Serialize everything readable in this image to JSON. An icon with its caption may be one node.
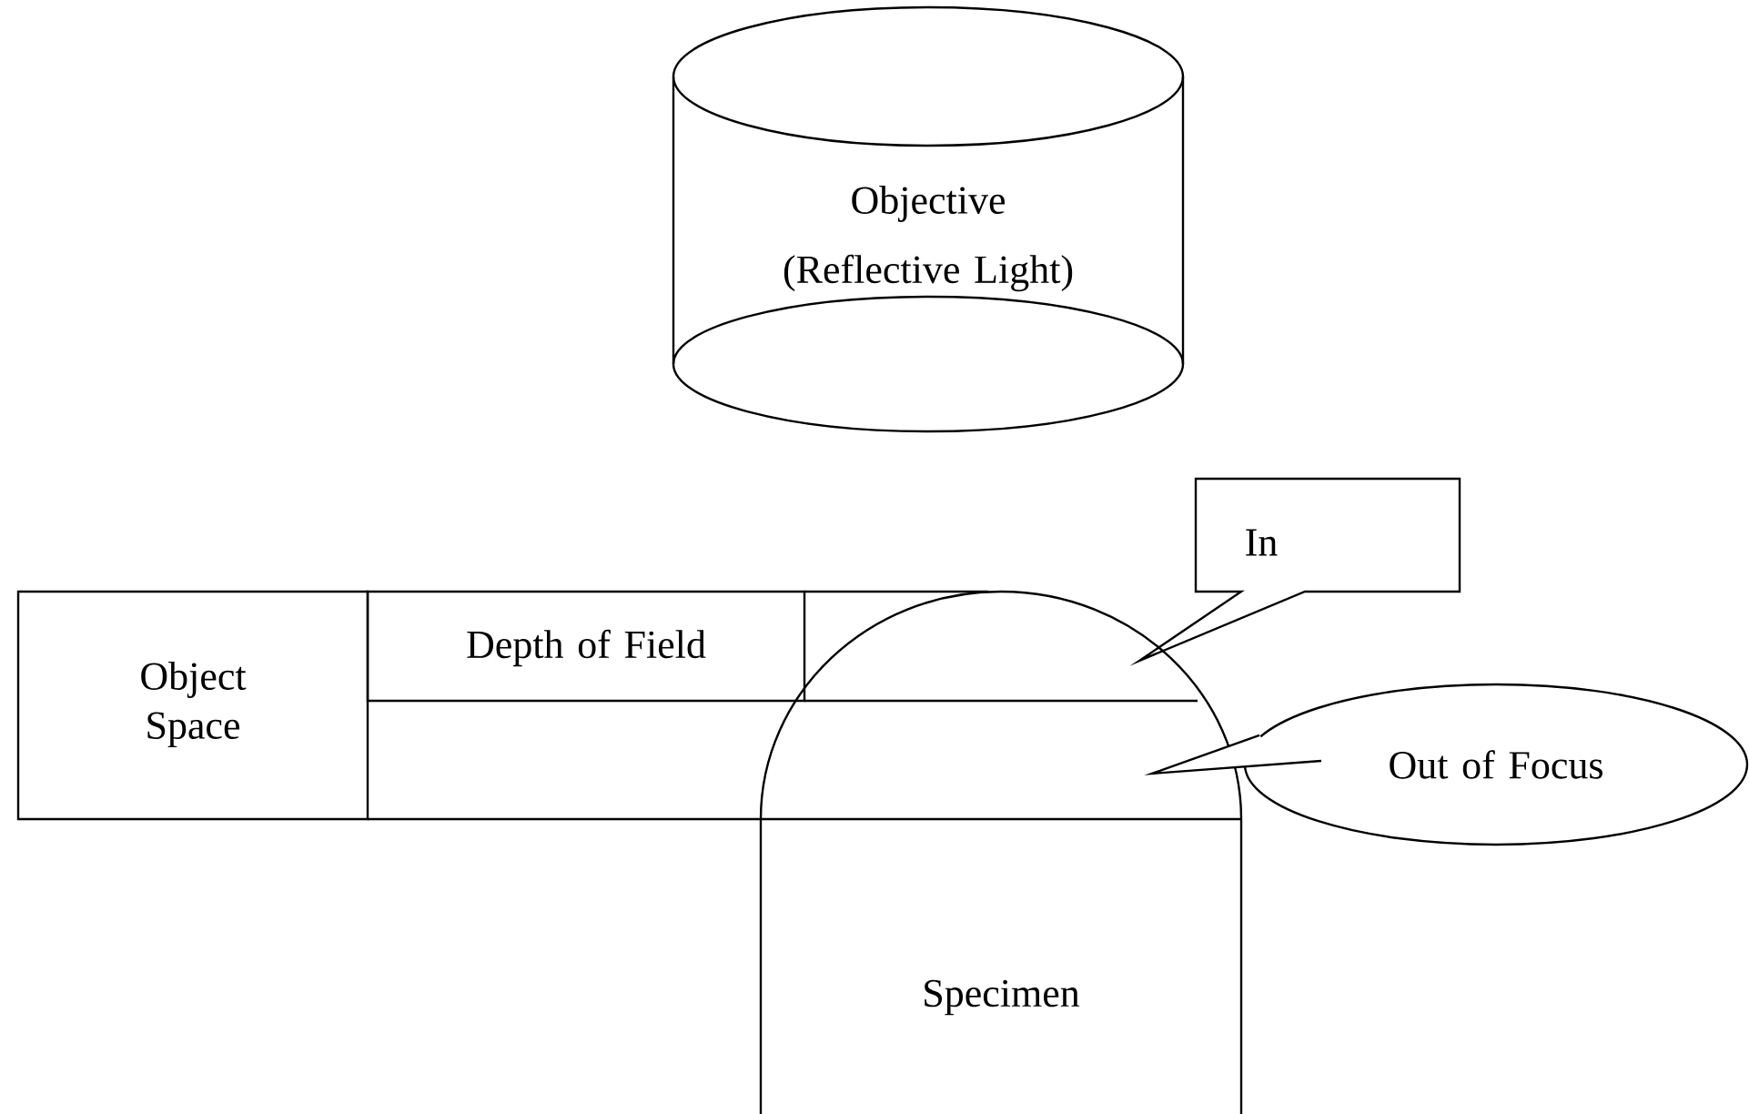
{
  "diagram": {
    "nodes": [
      {
        "text": [
          "Objective",
          "(Reflective Light)"
        ]
      },
      {
        "text": [
          "Object Space"
        ]
      },
      {
        "text": [
          "Depth of Field"
        ]
      },
      {
        "text": [
          "Specimen"
        ]
      },
      {
        "text": [
          "In"
        ]
      },
      {
        "text": [
          "Out of Focus"
        ]
      }
    ]
  }
}
